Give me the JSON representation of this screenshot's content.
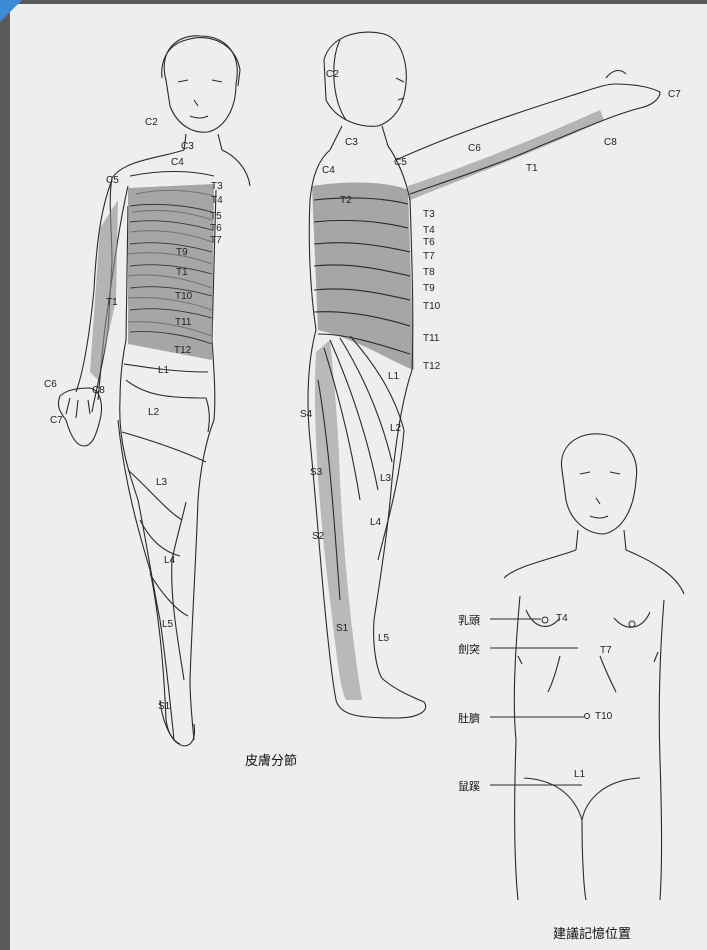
{
  "captions": {
    "dermatome": "皮膚分節",
    "memory": "建議記憶位置"
  },
  "landmarks": [
    {
      "id": "nipple",
      "name": "乳頭",
      "level": "T4"
    },
    {
      "id": "xiphoid",
      "name": "劍突",
      "level": "T7"
    },
    {
      "id": "navel",
      "name": "肚臍",
      "level": "T10"
    },
    {
      "id": "groin",
      "name": "鼠蹊",
      "level": "L1"
    }
  ],
  "front_labels": [
    "C2",
    "C3",
    "C4",
    "C5",
    "T3",
    "T4",
    "T5",
    "T6",
    "T7",
    "T9",
    "T1",
    "T10",
    "T11",
    "T12",
    "T1",
    "L1",
    "C6",
    "C8",
    "C7",
    "L2",
    "L3",
    "L4",
    "L5",
    "S1"
  ],
  "side_labels": [
    "C2",
    "C7",
    "C3",
    "C5",
    "C6",
    "C8",
    "T1",
    "C4",
    "T2",
    "T3",
    "T4",
    "T6",
    "T7",
    "T8",
    "T9",
    "T10",
    "T11",
    "T12",
    "L1",
    "S4",
    "L2",
    "S3",
    "L3",
    "L4",
    "S2",
    "S1",
    "L5"
  ],
  "colors": {
    "shade": "#8e8e8e",
    "line": "#2a2a2a",
    "paper": "#eeeeec",
    "background": "#5a5a5c",
    "corner": "#3d8ad6"
  }
}
